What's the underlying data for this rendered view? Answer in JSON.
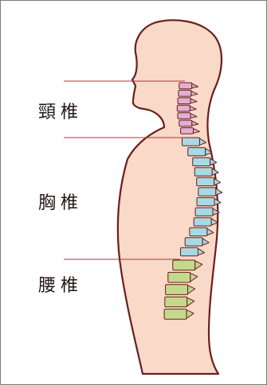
{
  "labels": {
    "cervical": "頸椎",
    "thoracic": "胸椎",
    "lumbar": "腰椎"
  },
  "colors": {
    "skin": "#f9d9c8",
    "outline": "#6b1e1e",
    "cervical": "#e0b0d2",
    "thoracic": "#a7dae2",
    "lumbar": "#c3d98c",
    "guide_line": "#c8283c"
  },
  "vertebra_counts": {
    "cervical": 7,
    "thoracic": 12,
    "lumbar": 5
  }
}
